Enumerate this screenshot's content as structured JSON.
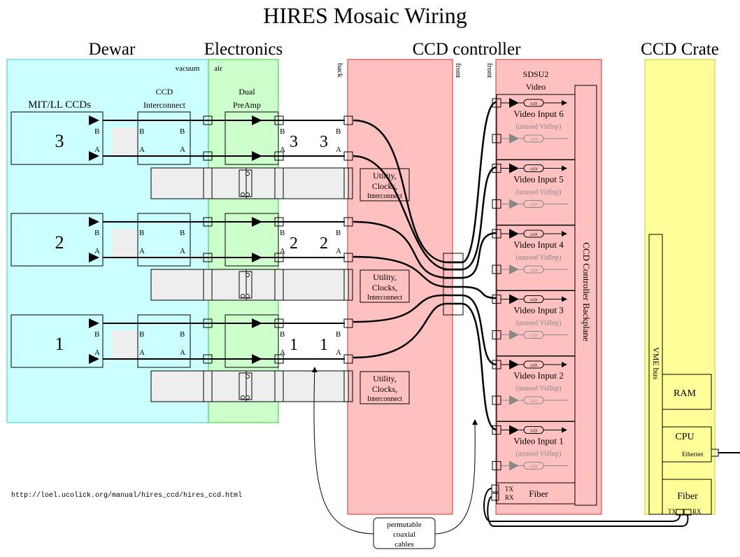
{
  "title": "HIRES Mosaic Wiring",
  "sections": {
    "dewar": "Dewar",
    "electronics": "Electronics",
    "ccd_controller": "CCD controller",
    "ccd_crate": "CCD Crate"
  },
  "labels": {
    "vacuum": "vacuum",
    "air": "air",
    "back": "back",
    "front": "front",
    "ccds": "MIT/LL CCDs",
    "ccd_interconnect_1": "CCD",
    "ccd_interconnect_2": "Interconnect",
    "dual_preamp_1": "Dual",
    "dual_preamp_2": "PreAmp",
    "sdsu2_1": "SDSU2",
    "sdsu2_2": "Video",
    "backplane": "CCD Controller Backplane",
    "vme_bus": "VME bus",
    "ram": "RAM",
    "cpu": "CPU",
    "ethernet": "Ethernet",
    "fiber": "Fiber",
    "tx": "TX",
    "rx": "RX",
    "url": "http://loel.ucolick.org/manual/hires_ccd/hires_ccd.html",
    "cables_1": "permutable",
    "cables_2": "coaxial",
    "cables_3": "cables",
    "port_a": "A",
    "port_b": "B",
    "ad": "A/D",
    "unused": "(unused VidInp)"
  },
  "ccds": [
    {
      "number": "3"
    },
    {
      "number": "2"
    },
    {
      "number": "1"
    }
  ],
  "utility": {
    "line1": "Utility,",
    "line2": "Clocks,",
    "line3": "Interconnect"
  },
  "video_inputs": [
    "Video Input 6",
    "Video Input 5",
    "Video Input 4",
    "Video Input 3",
    "Video Input 2",
    "Video Input 1"
  ],
  "colors": {
    "dewar": "#ccffff",
    "electronics": "#ccffcc",
    "controller": "#ffc0c0",
    "crate": "#ffff99"
  }
}
